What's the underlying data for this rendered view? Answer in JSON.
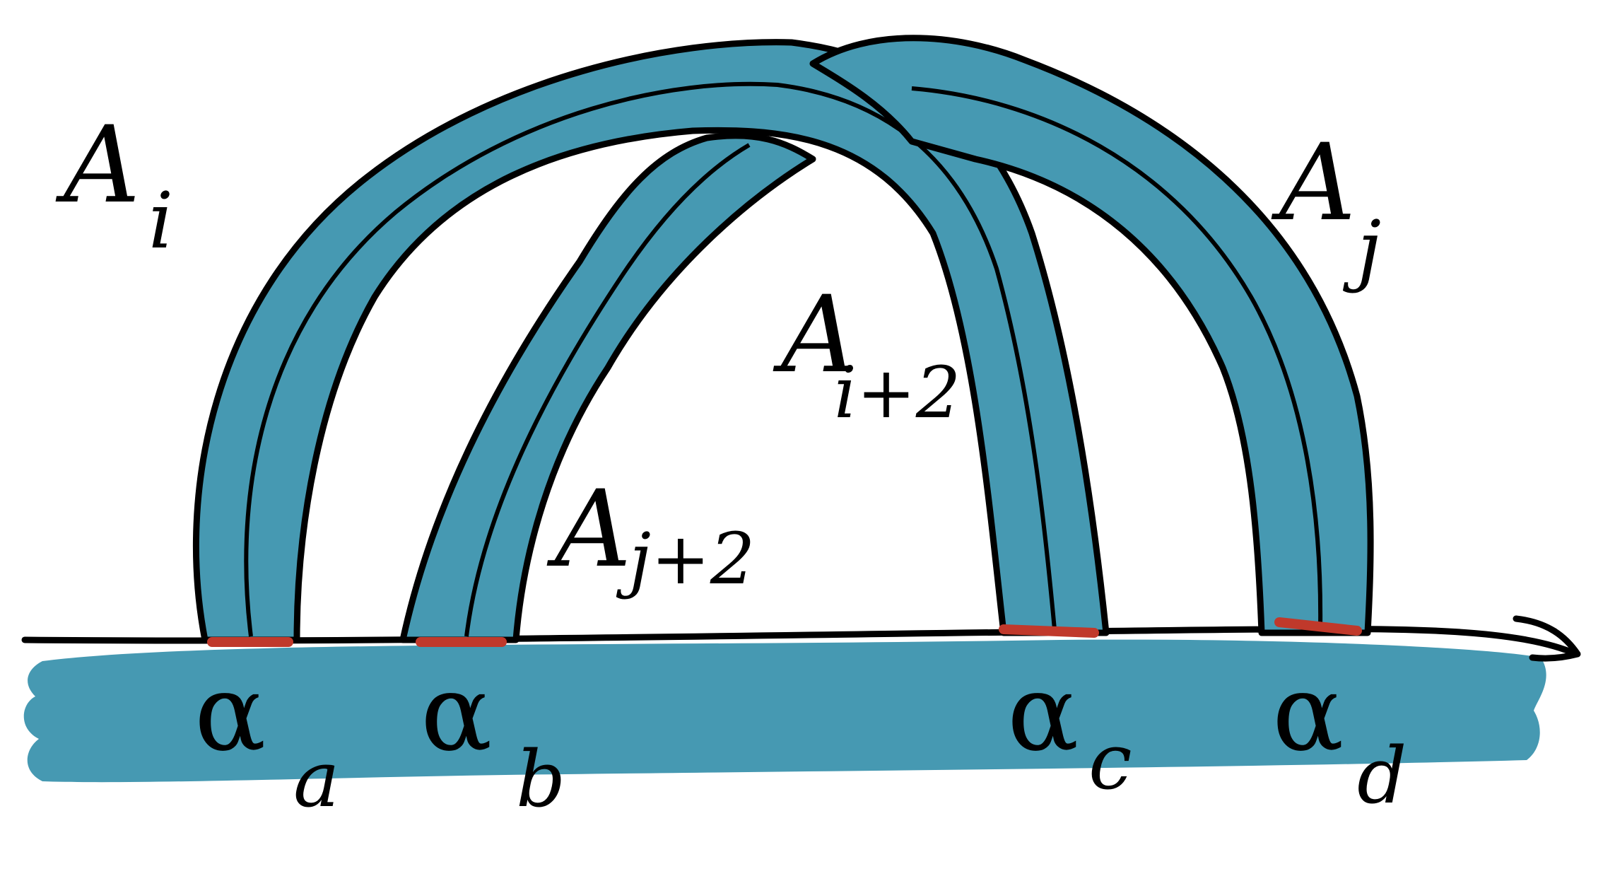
{
  "colors": {
    "band": "#4699b2",
    "outline": "#000000",
    "attach": "#c0392b",
    "background": "#ffffff"
  },
  "labels": {
    "A_i": {
      "base": "A",
      "sub": "i"
    },
    "A_j": {
      "base": "A",
      "sub": "j"
    },
    "A_i2": {
      "base": "A",
      "sub": "i+2"
    },
    "A_j2": {
      "base": "A",
      "sub": "j+2"
    }
  },
  "alphas": [
    {
      "base": "α",
      "sub": "a"
    },
    {
      "base": "α",
      "sub": "b"
    },
    {
      "base": "α",
      "sub": "c"
    },
    {
      "base": "α",
      "sub": "d"
    }
  ]
}
